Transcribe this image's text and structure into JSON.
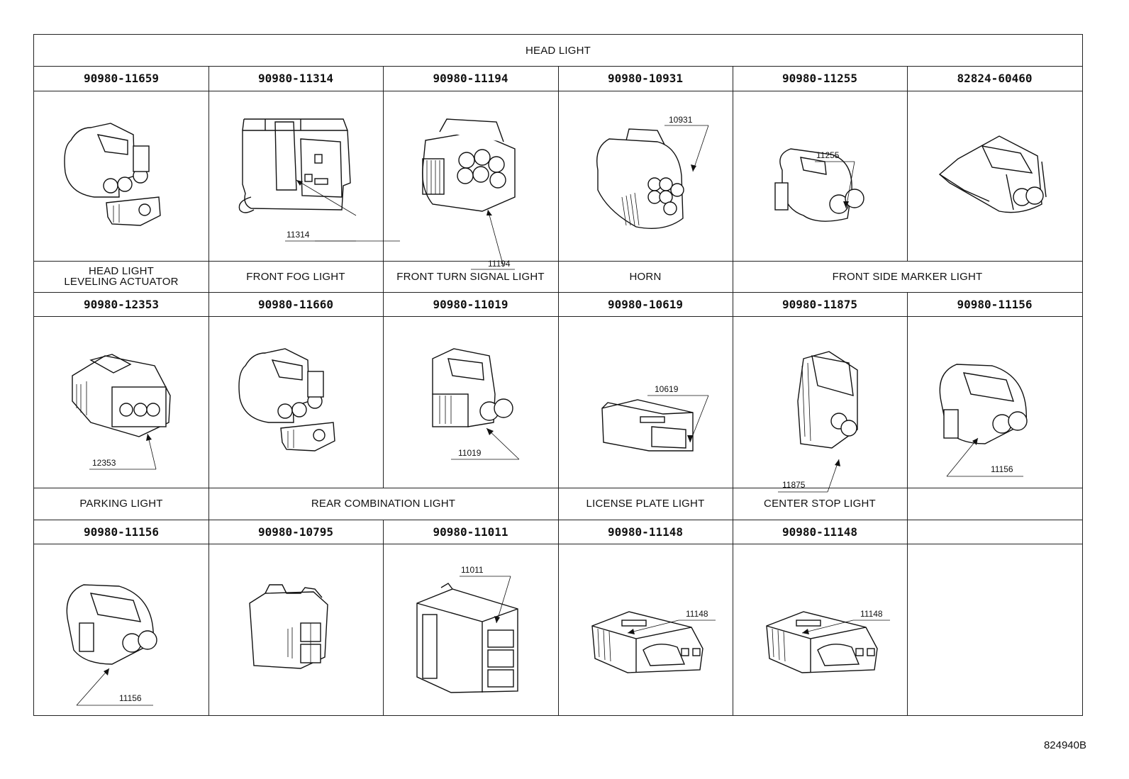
{
  "title": "HEAD LIGHT",
  "rows": [
    {
      "cells": [
        {
          "pn": "90980-11659",
          "callout": ""
        },
        {
          "pn": "90980-11314",
          "callout": "11314"
        },
        {
          "pn": "90980-11194",
          "callout": "11194"
        },
        {
          "pn": "90980-10931",
          "callout": "10931"
        },
        {
          "pn": "90980-11255",
          "callout": "11255"
        },
        {
          "pn": "82824-60460",
          "callout": ""
        }
      ]
    },
    {
      "headers": [
        {
          "line1": "HEAD LIGHT",
          "line2": "LEVELING ACTUATOR"
        },
        {
          "line1": "FRONT FOG LIGHT"
        },
        {
          "line1": "FRONT TURN SIGNAL LIGHT"
        },
        {
          "line1": "HORN"
        },
        {
          "line1": "FRONT SIDE MARKER LIGHT"
        }
      ],
      "cells": [
        {
          "pn": "90980-12353",
          "callout": "12353"
        },
        {
          "pn": "90980-11660",
          "callout": ""
        },
        {
          "pn": "90980-11019",
          "callout": "11019"
        },
        {
          "pn": "90980-10619",
          "callout": "10619"
        },
        {
          "pn": "90980-11875",
          "callout": "11875"
        },
        {
          "pn": "90980-11156",
          "callout": "11156"
        }
      ]
    },
    {
      "headers": [
        {
          "line1": "PARKING LIGHT"
        },
        {
          "line1": "REAR COMBINATION LIGHT"
        },
        {
          "line1": "LICENSE PLATE LIGHT"
        },
        {
          "line1": "CENTER STOP LIGHT"
        }
      ],
      "cells": [
        {
          "pn": "90980-11156",
          "callout": "11156"
        },
        {
          "pn": "90980-10795",
          "callout": ""
        },
        {
          "pn": "90980-11011",
          "callout": "11011"
        },
        {
          "pn": "90980-11148",
          "callout": "11148"
        },
        {
          "pn": "90980-11148",
          "callout": "11148"
        },
        {
          "pn": "",
          "callout": ""
        }
      ]
    }
  ],
  "diagram_code": "824940B"
}
